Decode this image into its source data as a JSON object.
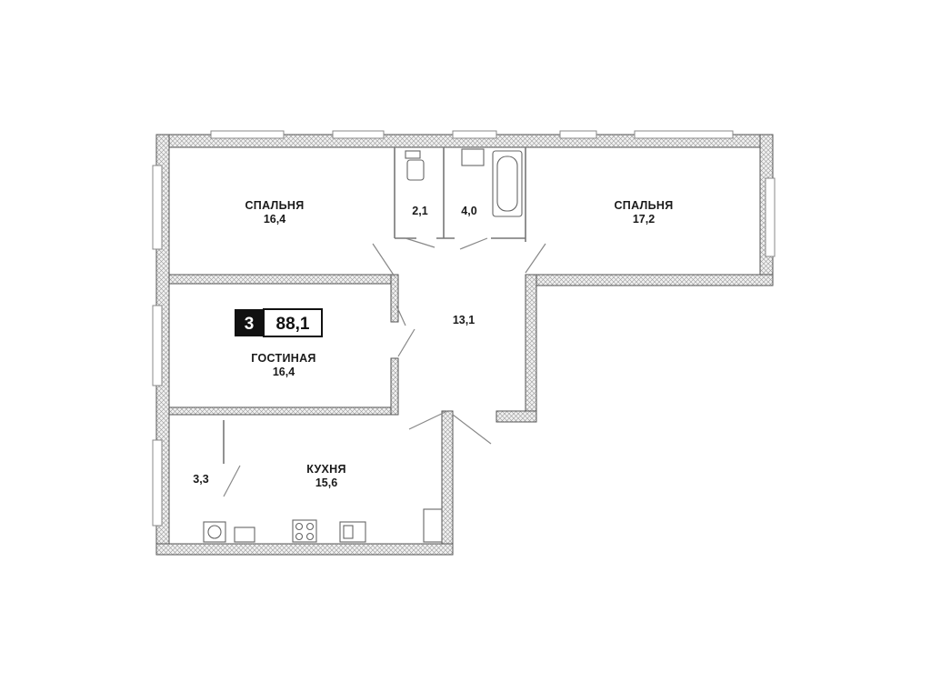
{
  "plan": {
    "badge": {
      "rooms": "3",
      "total_area": "88,1"
    },
    "rooms": [
      {
        "id": "bedroom-left",
        "label": "СПАЛЬНЯ",
        "area": "16,4"
      },
      {
        "id": "wc",
        "label": "",
        "area": "2,1"
      },
      {
        "id": "bathroom",
        "label": "",
        "area": "4,0"
      },
      {
        "id": "bedroom-right",
        "label": "СПАЛЬНЯ",
        "area": "17,2"
      },
      {
        "id": "hall",
        "label": "",
        "area": "13,1"
      },
      {
        "id": "living-room",
        "label": "ГОСТИНАЯ",
        "area": "16,4"
      },
      {
        "id": "balcony",
        "label": "",
        "area": "3,3"
      },
      {
        "id": "kitchen",
        "label": "КУХНЯ",
        "area": "15,6"
      }
    ]
  }
}
